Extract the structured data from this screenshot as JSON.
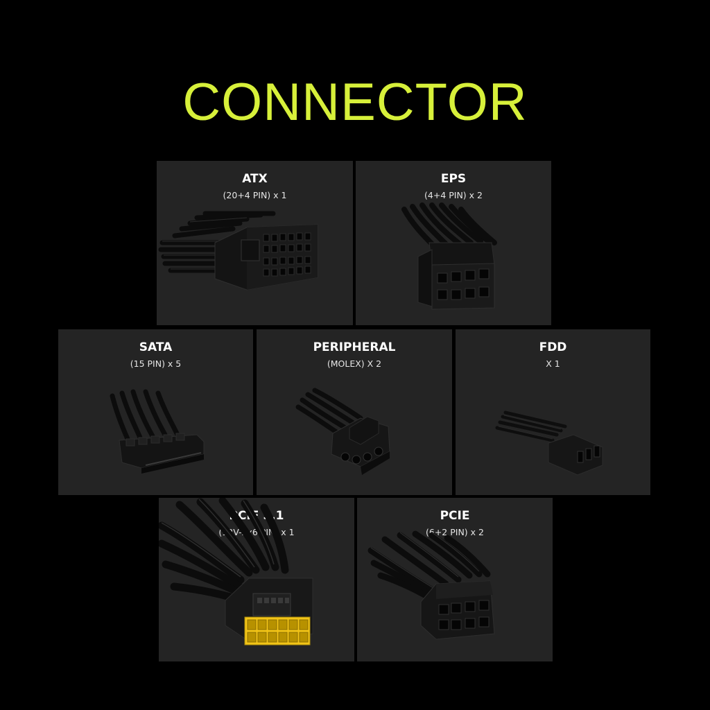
{
  "headline": {
    "text": "CONNECTOR",
    "color": "#d7f03a"
  },
  "colors": {
    "page_background": "#000000",
    "card_background": "#242424",
    "label_text": "#ffffff",
    "pcie51_pin_housing": "#f2c417"
  },
  "connectors": [
    {
      "name": "ATX",
      "spec": "(20+4 PIN) x 1",
      "icon": "atx-24pin-connector-icon"
    },
    {
      "name": "EPS",
      "spec": "(4+4 PIN) x 2",
      "icon": "eps-8pin-connector-icon"
    },
    {
      "name": "SATA",
      "spec": "(15 PIN) x 5",
      "icon": "sata-power-connector-icon"
    },
    {
      "name": "PERIPHERAL",
      "spec": "(MOLEX) X 2",
      "icon": "molex-connector-icon"
    },
    {
      "name": "FDD",
      "spec": "X 1",
      "icon": "fdd-connector-icon"
    },
    {
      "name": "PCIE 5.1",
      "spec": "(12V-2x6 PIN) x 1",
      "icon": "pcie-12v-2x6-connector-icon"
    },
    {
      "name": "PCIE",
      "spec": "(6+2 PIN) x 2",
      "icon": "pcie-6plus2-connector-icon"
    }
  ]
}
